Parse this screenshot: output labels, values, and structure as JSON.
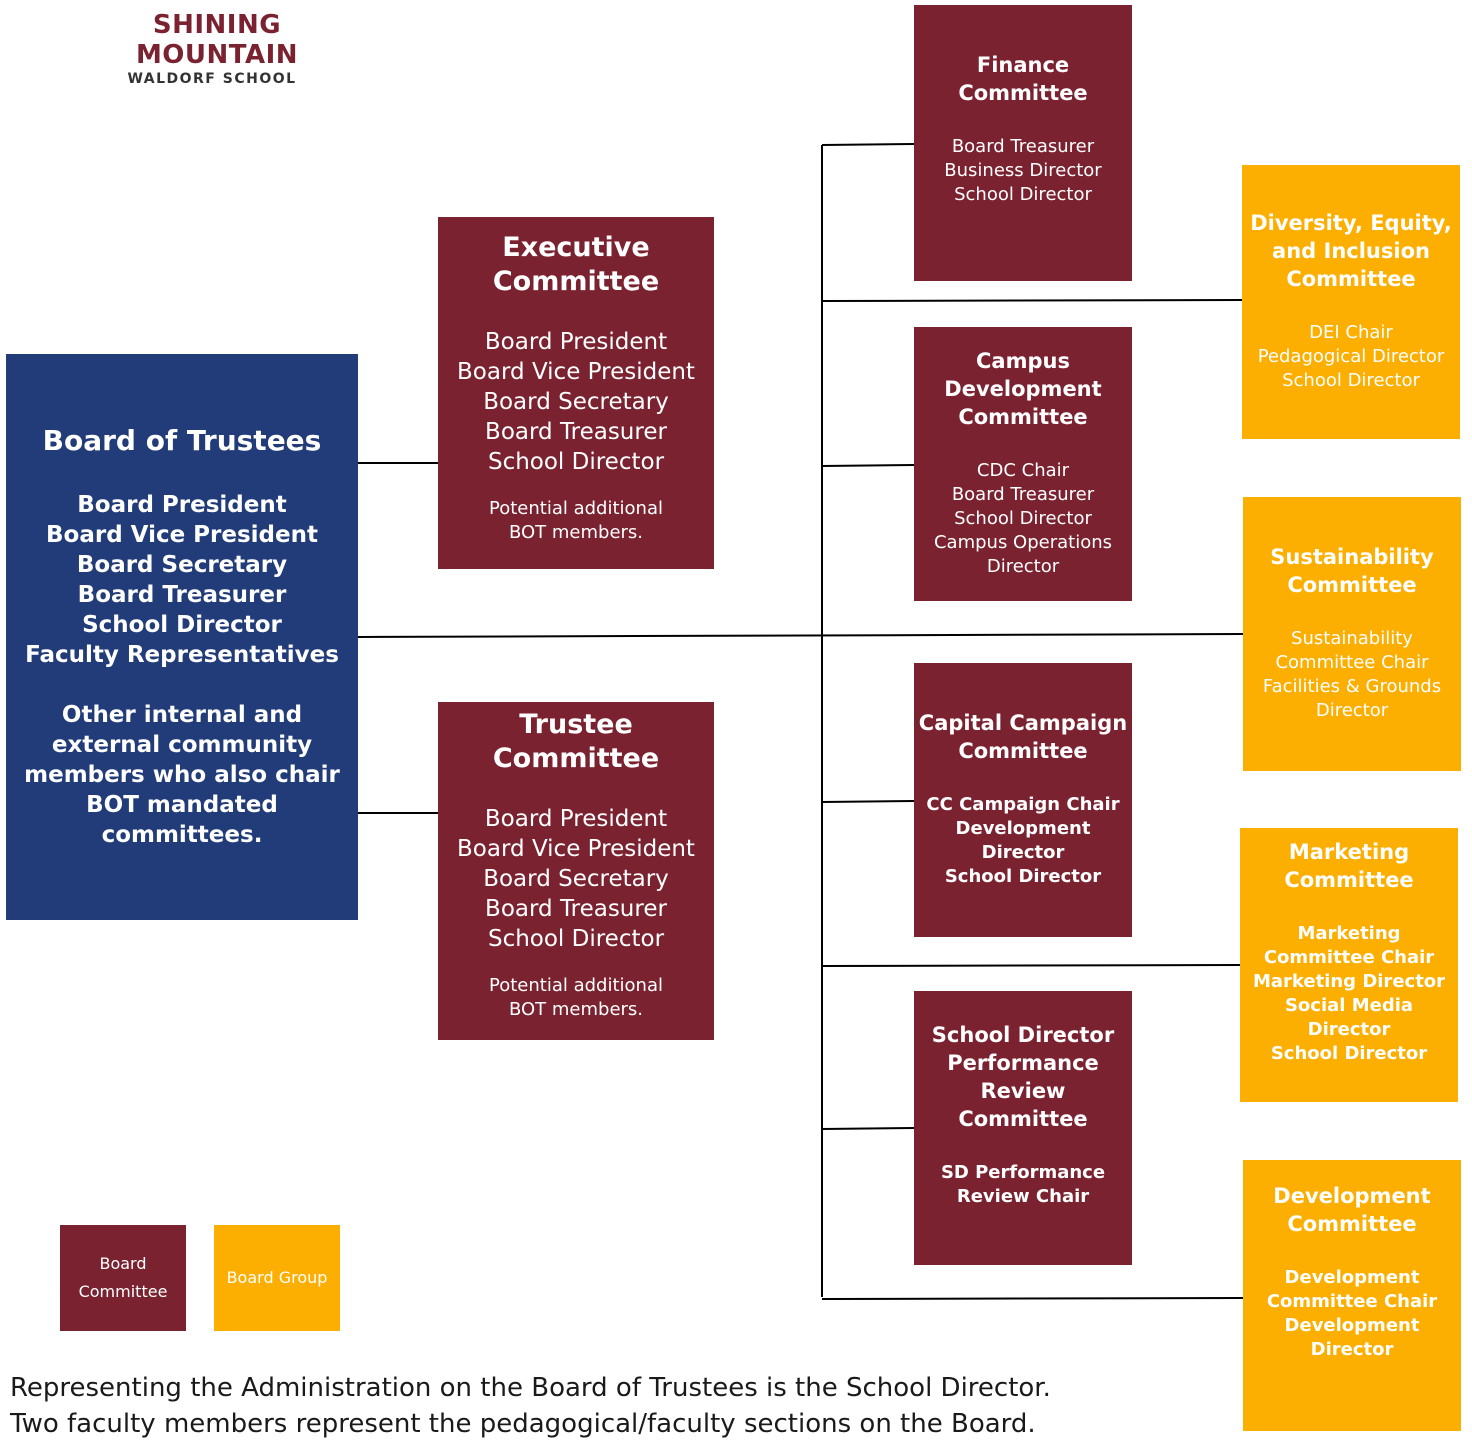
{
  "logo": {
    "name": "SHINING MOUNTAIN",
    "subtitle": "WALDORF SCHOOL"
  },
  "board_of_trustees": {
    "title": "Board of Trustees",
    "members": [
      "Board President",
      "Board Vice President",
      "Board Secretary",
      "Board Treasurer",
      "School Director",
      "Faculty Representatives"
    ],
    "note": [
      "Other internal and",
      "external community",
      "members who also chair",
      "BOT mandated",
      "committees."
    ],
    "color": "#213c78"
  },
  "executive_committee": {
    "title": [
      "Executive",
      "Committee"
    ],
    "members": [
      "Board President",
      "Board Vice President",
      "Board Secretary",
      "Board Treasurer",
      "School Director"
    ],
    "note": [
      "Potential additional",
      "BOT members."
    ]
  },
  "trustee_committee": {
    "title": [
      "Trustee",
      "Committee"
    ],
    "members": [
      "Board President",
      "Board Vice President",
      "Board Secretary",
      "Board Treasurer",
      "School Director"
    ],
    "note": [
      "Potential additional",
      "BOT members."
    ]
  },
  "finance_committee": {
    "title": [
      "Finance",
      "Committee"
    ],
    "members": [
      "Board Treasurer",
      "Business Director",
      "School Director"
    ]
  },
  "campus_development_committee": {
    "title": [
      "Campus",
      "Development",
      "Committee"
    ],
    "members": [
      "CDC Chair",
      "Board Treasurer",
      "School Director",
      "Campus Operations",
      "Director"
    ]
  },
  "capital_campaign_committee": {
    "title": [
      "Capital Campaign",
      "Committee"
    ],
    "members": [
      "CC Campaign Chair",
      "Development",
      "Director",
      "School Director"
    ]
  },
  "sd_performance_review_committee": {
    "title": [
      "School Director",
      "Performance",
      "Review",
      "Committee"
    ],
    "members": [
      "SD Performance",
      "Review Chair"
    ]
  },
  "dei_committee": {
    "title": [
      "Diversity, Equity,",
      "and Inclusion",
      "Committee"
    ],
    "members": [
      "DEI Chair",
      "Pedagogical Director",
      "School Director"
    ]
  },
  "sustainability_committee": {
    "title": [
      "Sustainability",
      "Committee"
    ],
    "members": [
      "Sustainability",
      "Committee Chair",
      "Facilities & Grounds",
      "Director"
    ]
  },
  "marketing_committee": {
    "title": [
      "Marketing",
      "Committee"
    ],
    "members": [
      "Marketing",
      "Committee Chair",
      "Marketing Director",
      "Social Media",
      "Director",
      "School Director"
    ]
  },
  "development_committee": {
    "title": [
      "Development",
      "Committee"
    ],
    "members": [
      "Development",
      "Committee Chair",
      "Development",
      "Director"
    ]
  },
  "legend": {
    "committee_label": [
      "Board",
      "Committee"
    ],
    "group_label": "Board Group"
  },
  "footer": [
    "Representing the Administration on the Board of Trustees is the School Director.",
    "Two faculty members represent the pedagogical/faculty sections on the Board."
  ],
  "colors": {
    "committee": "#7b2230",
    "group": "#fcaf00",
    "trustees": "#213c78"
  }
}
